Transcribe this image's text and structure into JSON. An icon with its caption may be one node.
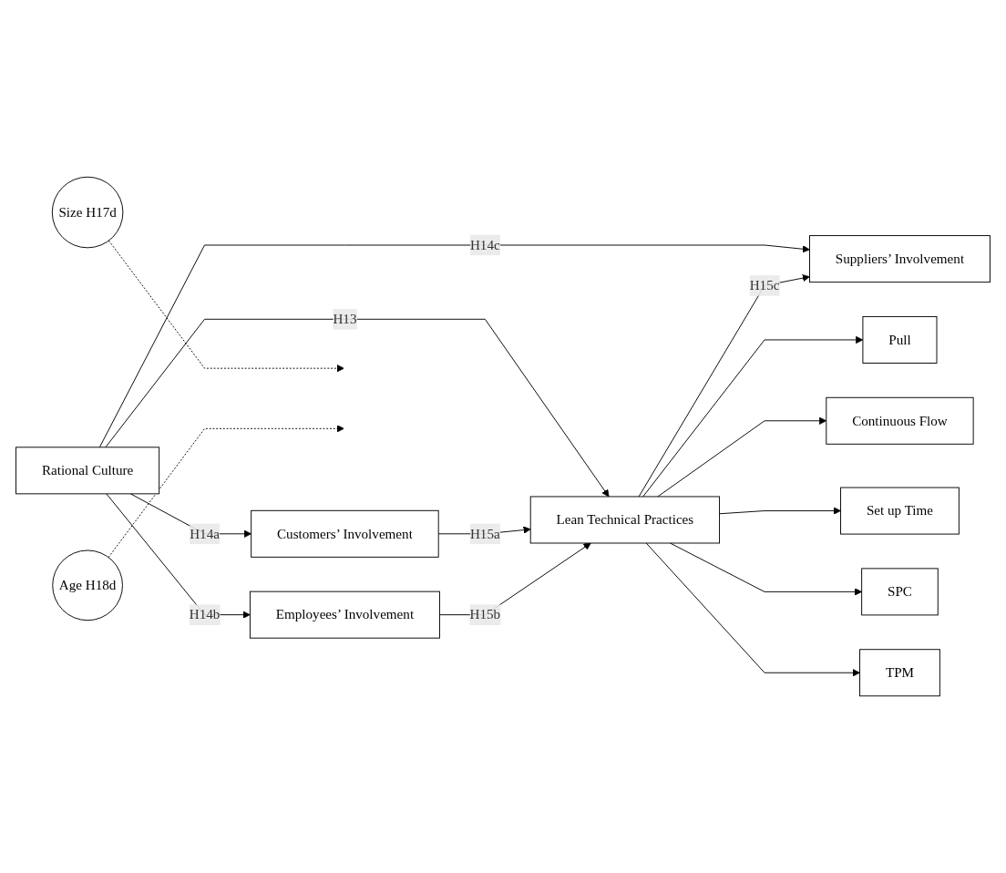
{
  "diagram": {
    "nodes": [
      {
        "text": [
          "Rational Culture"
        ]
      },
      {
        "text": [
          "Customers’ Involvement"
        ]
      },
      {
        "text": [
          "Employees’ Involvement"
        ]
      },
      {
        "text": [
          "Lean Technical Practices"
        ]
      },
      {
        "text": [
          "Size H17d"
        ]
      },
      {
        "text": [
          "Age H18d"
        ]
      },
      {
        "text": [
          "Suppliers’ Involvement"
        ]
      },
      {
        "text": [
          "Pull"
        ]
      },
      {
        "text": [
          "Continuous Flow"
        ]
      },
      {
        "text": [
          "Set up Time"
        ]
      },
      {
        "text": [
          "SPC"
        ]
      },
      {
        "text": [
          "TPM"
        ]
      }
    ],
    "edges": [
      {
        "from": 0,
        "to": 1,
        "arrow": "to",
        "label": "H14a"
      },
      {
        "from": 0,
        "to": 2,
        "arrow": "to",
        "label": "H14b"
      },
      {
        "from": 0,
        "to": 3,
        "arrow": "to",
        "label": "H13"
      },
      {
        "from": 0,
        "to": 6,
        "arrow": "to",
        "label": "H14c"
      },
      {
        "from": 1,
        "to": 3,
        "arrow": "to",
        "label": "H15a"
      },
      {
        "from": 2,
        "to": 3,
        "arrow": "to",
        "label": "H15b"
      },
      {
        "from": 3,
        "to": 6,
        "arrow": "to",
        "label": "H15c"
      },
      {
        "from": 4,
        "to": null,
        "arrow": "to",
        "style": "dashed"
      },
      {
        "from": 5,
        "to": null,
        "arrow": "to",
        "style": "dashed"
      },
      {
        "from": 3,
        "to": 7,
        "arrow": "to"
      },
      {
        "from": 3,
        "to": 8,
        "arrow": "to"
      },
      {
        "from": 3,
        "to": 9,
        "arrow": "to"
      },
      {
        "from": 3,
        "to": 10,
        "arrow": "to"
      },
      {
        "from": 3,
        "to": 11,
        "arrow": "to"
      }
    ]
  }
}
